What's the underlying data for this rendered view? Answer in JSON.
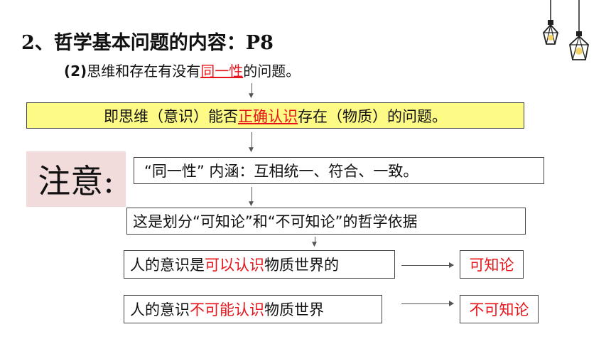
{
  "title": "2、哲学基本问题的内容：P8",
  "subtitle": {
    "number": "(2)",
    "text_before": "思维和存在有没有",
    "highlight": "同一性",
    "text_after": "的问题。"
  },
  "box1": {
    "text_before": "即思维（意识）能否",
    "highlight": "正确认识",
    "text_after": "存在（物质）的问题。"
  },
  "note_label": "注意:",
  "box2": {
    "text": "“同一性” 内涵：互相统一、符合、一致。"
  },
  "box3": {
    "text": "这是划分“可知论”和“不可知论”的哲学依据"
  },
  "row1": {
    "text_before": "人的意识是",
    "highlight": "可以认识",
    "text_after": "物质世界的",
    "result": "可知论"
  },
  "row2": {
    "text_before": "人的意识",
    "highlight": "不可能认识",
    "text_after": "物质世界",
    "result": "不可知论"
  },
  "colors": {
    "highlight_red": "#e8141b",
    "yellow_box": "#fdfa85",
    "note_bg": "#f2dcdb"
  },
  "icons": [
    "lamp-icon-left",
    "lamp-icon-right"
  ]
}
